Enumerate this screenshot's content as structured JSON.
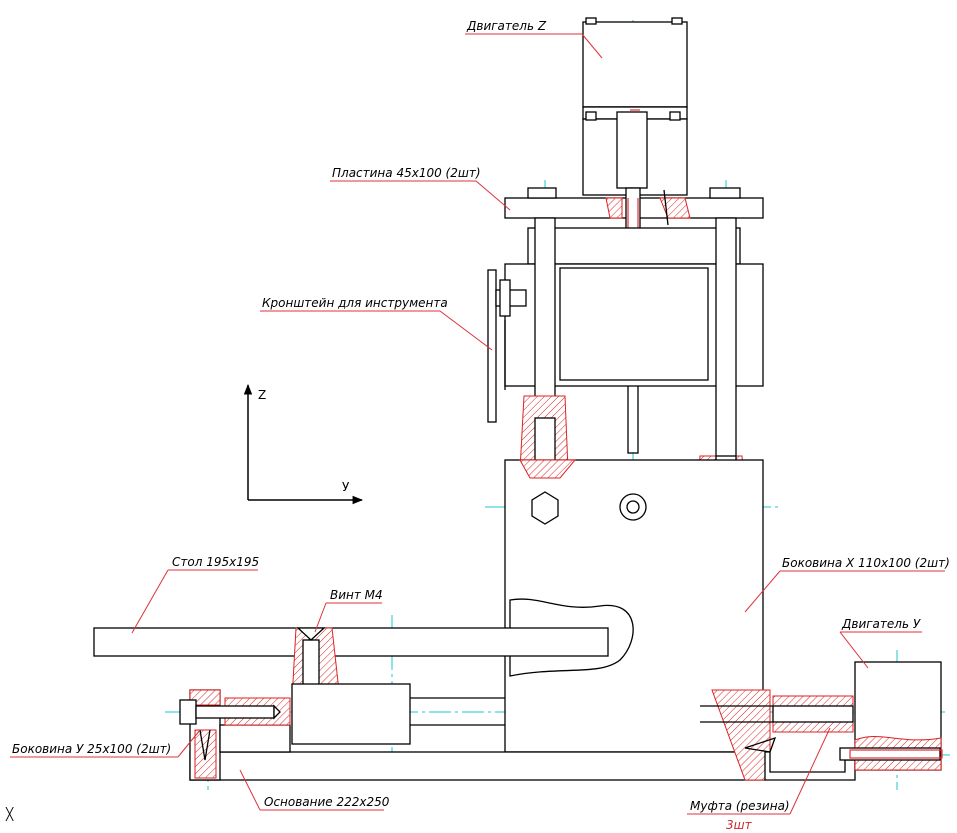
{
  "labels": {
    "motor_z": "Двигатель Z",
    "plate": "Пластина 45x100 (2шт)",
    "bracket": "Кронштейн для инструмента",
    "table": "Стол 195x195",
    "screw": "Винт М4",
    "side_x": "Боковина Х 110x100 (2шт)",
    "motor_y": "Двигатель У",
    "side_y": "Боковина У 25x100 (2шт)",
    "base": "Основание 222x250",
    "coupling": "Муфта (резина)",
    "coupling_qty": "3шт"
  },
  "axes": {
    "z": "Z",
    "y": "У"
  },
  "corner_mark": "╳"
}
